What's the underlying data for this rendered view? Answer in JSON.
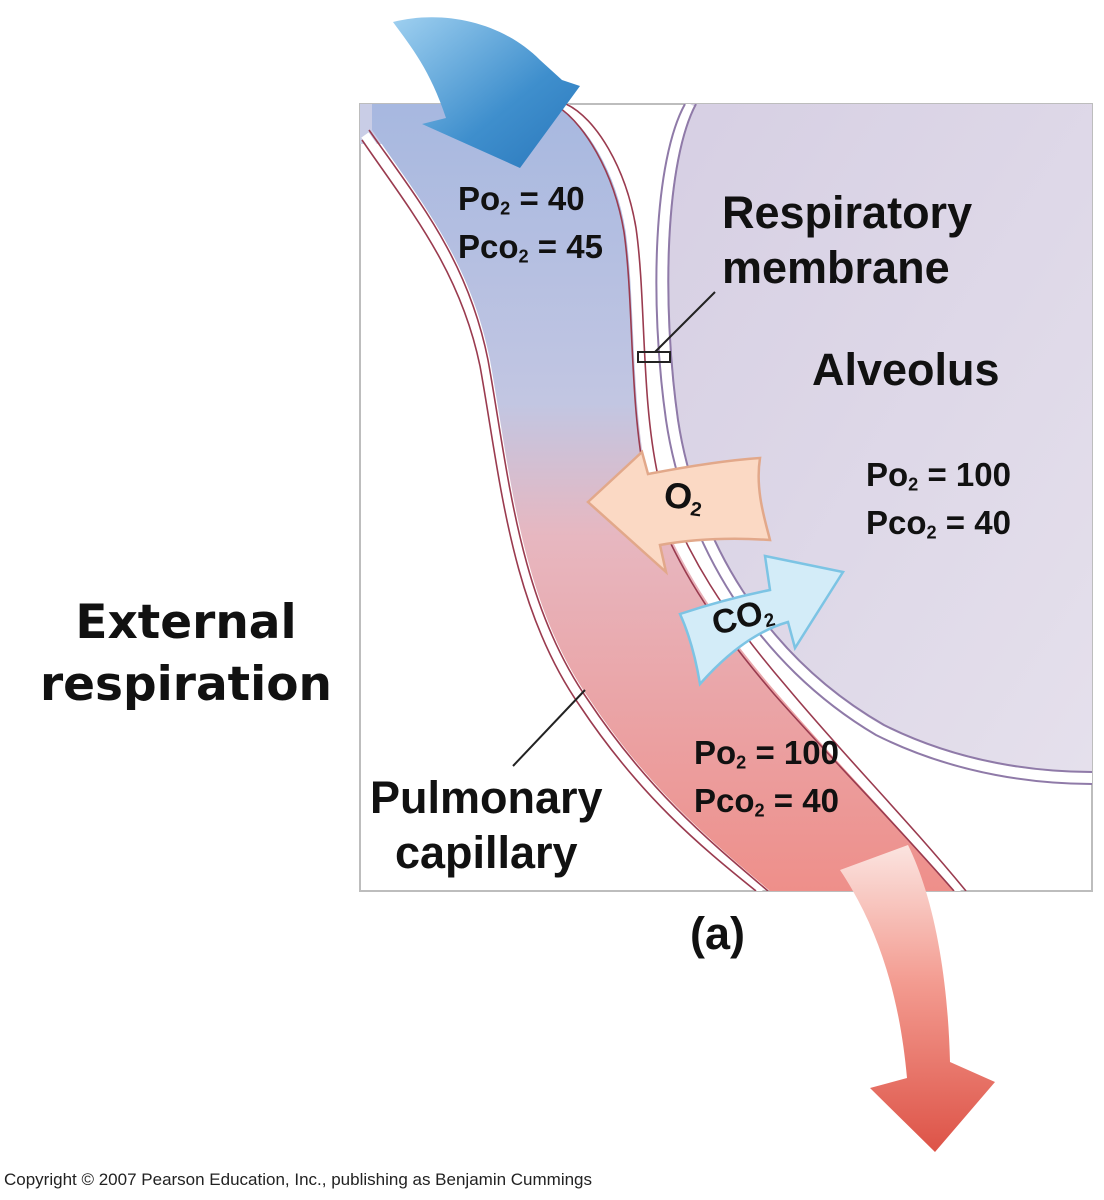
{
  "title_line1": "External",
  "title_line2": "respiration",
  "respiratory_membrane_line1": "Respiratory",
  "respiratory_membrane_line2": "membrane",
  "alveolus": "Alveolus",
  "pulmonary_capillary_line1": "Pulmonary",
  "pulmonary_capillary_line2": "capillary",
  "panel_label": "(a)",
  "incoming_blood": {
    "po2_prefix": "Po",
    "po2_value": "= 40",
    "pco2_prefix": "Pco",
    "pco2_value": "= 45",
    "sub": "2"
  },
  "alveolus_gas": {
    "po2_prefix": "Po",
    "po2_value": "= 100",
    "pco2_prefix": "Pco",
    "pco2_value": "= 40",
    "sub": "2"
  },
  "outgoing_blood": {
    "po2_prefix": "Po",
    "po2_value": "= 100",
    "pco2_prefix": "Pco",
    "pco2_value": "= 40",
    "sub": "2"
  },
  "o2_arrow": {
    "prefix": "O",
    "sub": "2"
  },
  "co2_arrow": {
    "prefix": "CO",
    "sub": "2"
  },
  "copyright": "Copyright © 2007 Pearson Education, Inc., publishing as Benjamin Cummings",
  "colors": {
    "venous_blue": "#9fb3dd",
    "arterial_red": "#ef9a94",
    "alveolus_lavender": "#dcd3e6",
    "o2_arrow_fill": "#fbd9c4",
    "co2_arrow_fill": "#d3ecf8"
  }
}
